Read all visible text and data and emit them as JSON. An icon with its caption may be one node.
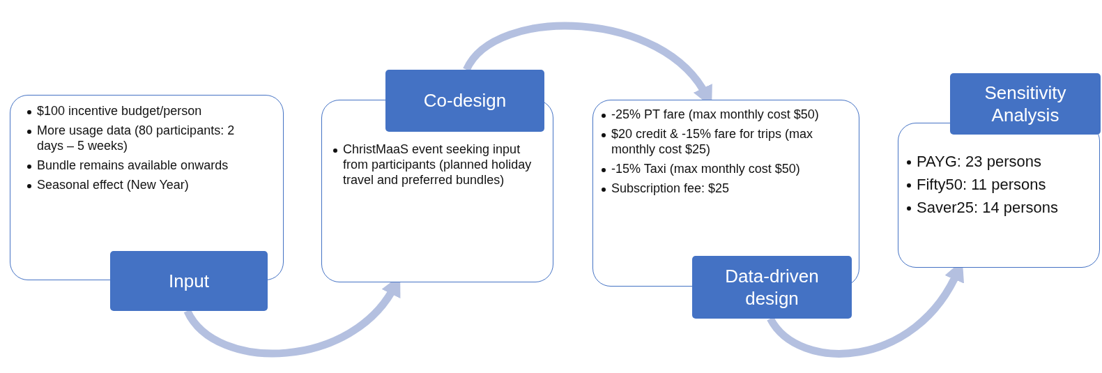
{
  "diagram": {
    "nodes": [
      {
        "text": [
          "$100 incentive budget/person",
          "More usage data (80 participants: 2 days – 5 weeks)",
          "Bundle remains available onwards",
          "Seasonal effect (New Year)"
        ]
      },
      {
        "text": [
          "Input"
        ]
      },
      {
        "text": [
          "Co-design"
        ]
      },
      {
        "text": [
          "ChristMaaS event seeking input from participants (planned holiday travel and preferred bundles)"
        ]
      },
      {
        "text": [
          "-25%  PT fare (max monthly cost $50)",
          "$20 credit & -15% fare for trips (max monthly cost $25)",
          "-15% Taxi (max monthly cost $50)",
          "Subscription fee: $25"
        ]
      },
      {
        "text": [
          "Data-driven design"
        ]
      },
      {
        "text": [
          "Sensitivity Analysis"
        ]
      },
      {
        "text": [
          "PAYG: 23 persons",
          "Fifty50: 11 persons",
          "Saver25: 14 persons"
        ]
      }
    ],
    "edges": [
      {
        "from": 1,
        "to": 3,
        "arrow": "to"
      },
      {
        "from": 2,
        "to": 4,
        "arrow": "to"
      },
      {
        "from": 5,
        "to": 7,
        "arrow": "to"
      }
    ]
  }
}
